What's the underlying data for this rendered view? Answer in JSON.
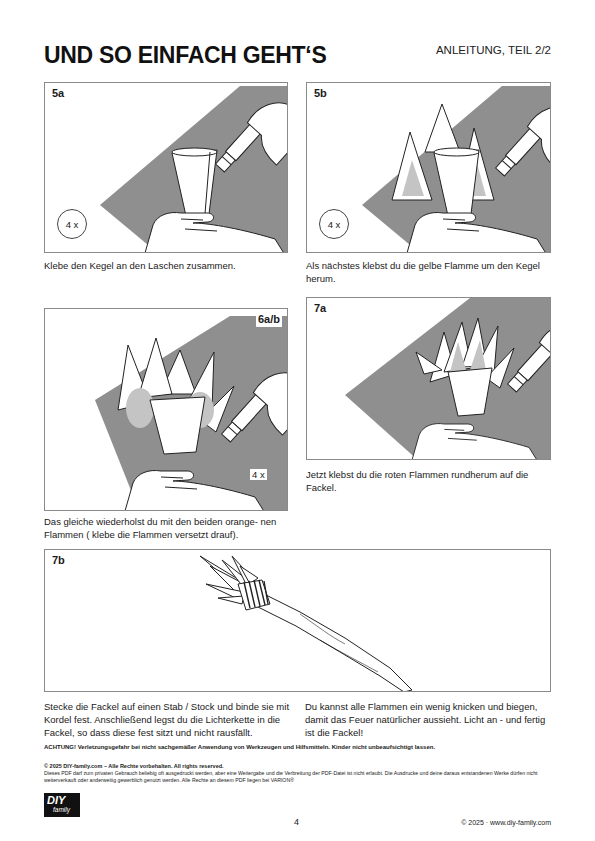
{
  "diagram": {
    "title": "UND SO EINFACH GEHT‘S",
    "nodes": [
      {
        "text": [
          "5a",
          "Klebe den Kegel an den Laschen zusammen."
        ]
      },
      {
        "text": [
          "4 x"
        ],
        "in": 0
      },
      {
        "text": [
          "5b",
          "Als nächstes klebst du die gelbe Flamme um den Kegel herum."
        ]
      },
      {
        "text": [
          "4 x"
        ],
        "in": 2
      },
      {
        "text": [
          "6a/b",
          "Das gleiche wiederholst du mit den beiden orange- nen Flammen ( klebe die Flammen versetzt drauf)."
        ]
      },
      {
        "text": [
          "7a",
          "Jetzt klebst du die roten Flammen rundherum auf die Fackel."
        ]
      },
      {
        "text": [
          "7b",
          "Stecke die Fackel auf einen Stab / Stock und binde sie mit Kordel fest. Anschließend legst du die Lichterkette in die Fackel, so dass diese fest sitzt und nicht rausfällt.",
          "Du kannst alle Flammen ein wenig knicken und biegen, damit das Feuer natürlicher aussieht. Licht an - und fertig ist die Fackel!"
        ]
      }
    ],
    "labels": [
      "ANLEITUNG, TEIL 2/2",
      "4 x",
      "ACHTUNG! Verletzungsgefahr bei nicht sachgemäßer Anwendung von Werkzeugen und Hilfsmitteln. Kinder nicht unbeaufsichtigt lassen.",
      "© 2025 DIY-family.com – Alle Rechte vorbehalten. All rights reserved.",
      "Dieses PDF darf zum privaten Gebrauch beliebig oft ausgedruckt werden, aber eine Weitergabe und die Verbreitung der PDF-Datei ist nicht erlaubt. Die Ausdrucke und deine daraus entstandenen Werke dürfen nicht weiterverkauft oder anderweitig gewerblich genutzt werden. Alle Rechte an diesem PDF liegen bei VARION®",
      "DIY",
      "family",
      "4",
      "© 2025 · www.diy-family.com"
    ]
  }
}
